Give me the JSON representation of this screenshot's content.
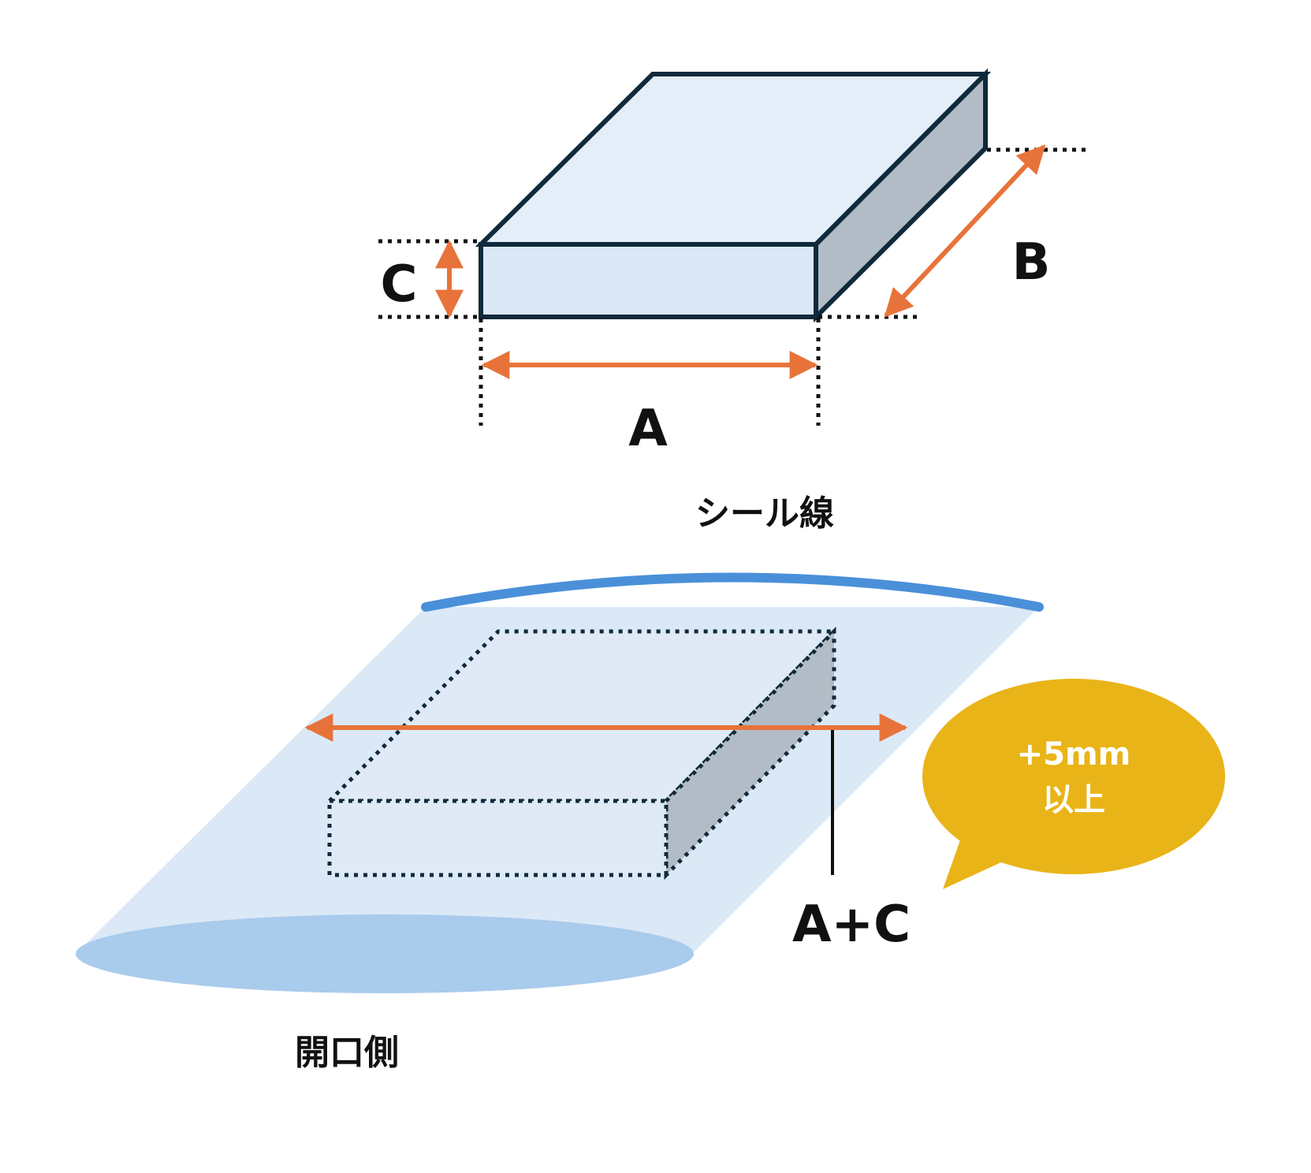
{
  "labels": {
    "dim_a": "A",
    "dim_b": "B",
    "dim_c": "C",
    "seal_line": "シール線",
    "opening_side": "開口側",
    "bag_width": "A+C",
    "bubble_line1": "+5mm",
    "bubble_line2": "以上"
  },
  "colors": {
    "box_outline": "#0f2a3b",
    "box_top": "#e3eef8",
    "box_front": "#dbe8f5",
    "box_side": "#b2bcc6",
    "arrow": "#e8733a",
    "bag_fill": "#dbe9f7",
    "seal_line": "#4a90d9",
    "opening_ellipse": "#a9cbec",
    "bubble": "#e9b417",
    "text": "#111111"
  }
}
